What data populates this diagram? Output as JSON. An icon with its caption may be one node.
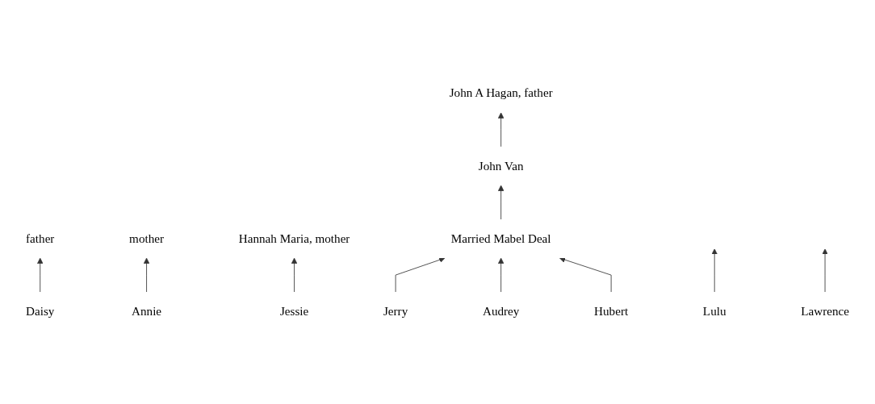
{
  "diagram": {
    "nodes": [
      {
        "text": [
          "father"
        ]
      },
      {
        "text": [
          "mother"
        ]
      },
      {
        "text": [
          "John A Hagan, father"
        ]
      },
      {
        "text": [
          "Hannah Maria, mother"
        ]
      },
      {
        "text": [
          "Daisy"
        ]
      },
      {
        "text": [
          "Lulu"
        ]
      },
      {
        "text": [
          "Annie"
        ]
      },
      {
        "text": [
          "John Van"
        ]
      },
      {
        "text": [
          "Lawrence"
        ]
      },
      {
        "text": [
          "Jessie"
        ]
      },
      {
        "text": [
          "Married Mabel Deal"
        ]
      },
      {
        "text": [
          "Jerry"
        ]
      },
      {
        "text": [
          "Audrey"
        ]
      },
      {
        "text": [
          "Hubert"
        ]
      }
    ],
    "edges": [
      {
        "from": 4,
        "to": 0,
        "arrow": "to"
      },
      {
        "from": 5,
        "to": null,
        "arrow": "to"
      },
      {
        "from": 6,
        "to": 1,
        "arrow": "to"
      },
      {
        "from": 7,
        "to": 2,
        "arrow": "to"
      },
      {
        "from": 8,
        "to": null,
        "arrow": "to"
      },
      {
        "from": 9,
        "to": 3,
        "arrow": "to"
      },
      {
        "from": 10,
        "to": 7,
        "arrow": "to"
      },
      {
        "from": 11,
        "to": 10,
        "arrow": "to"
      },
      {
        "from": 12,
        "to": 10,
        "arrow": "to"
      },
      {
        "from": 13,
        "to": 10,
        "arrow": "to"
      }
    ]
  }
}
